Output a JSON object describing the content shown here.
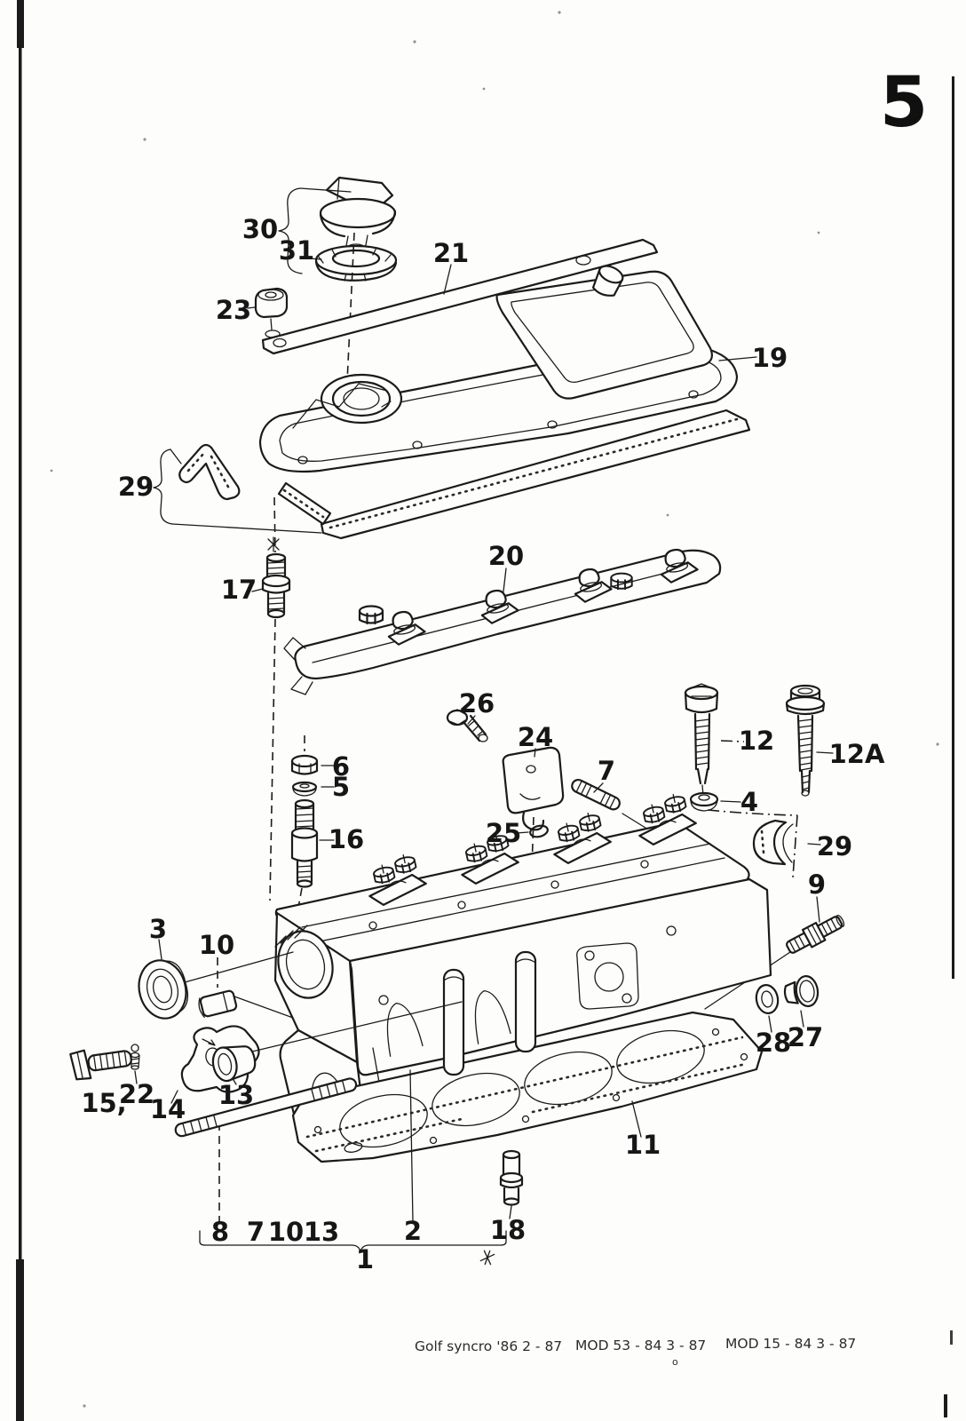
{
  "page_number": "5",
  "callouts": {
    "c30": "30",
    "c31": "31",
    "c21": "21",
    "c23": "23",
    "c19": "19",
    "c29a": "29",
    "c17": "17",
    "c20": "20",
    "c26": "26",
    "c24": "24",
    "c12": "12",
    "c12a": "12A",
    "c6": "6",
    "c5": "5",
    "c7a": "7",
    "c4": "4",
    "c16": "16",
    "c25": "25",
    "c29b": "29",
    "c9": "9",
    "c3": "3",
    "c10a": "10",
    "c28": "28",
    "c27": "27",
    "c15": "15,",
    "c22": "22",
    "c14": "14",
    "c13a": "13",
    "c11": "11",
    "c8": "8",
    "c7b": "7",
    "c10b": "10",
    "c13b": "13",
    "c2": "2",
    "c18": "18",
    "c1": "1"
  },
  "footer": {
    "model": "Golf syncro '86  2 - 87",
    "mod1": "MOD 53 - 84   3 - 87",
    "mod2": "MOD 15 - 84   3 - 87",
    "mark": "o"
  }
}
